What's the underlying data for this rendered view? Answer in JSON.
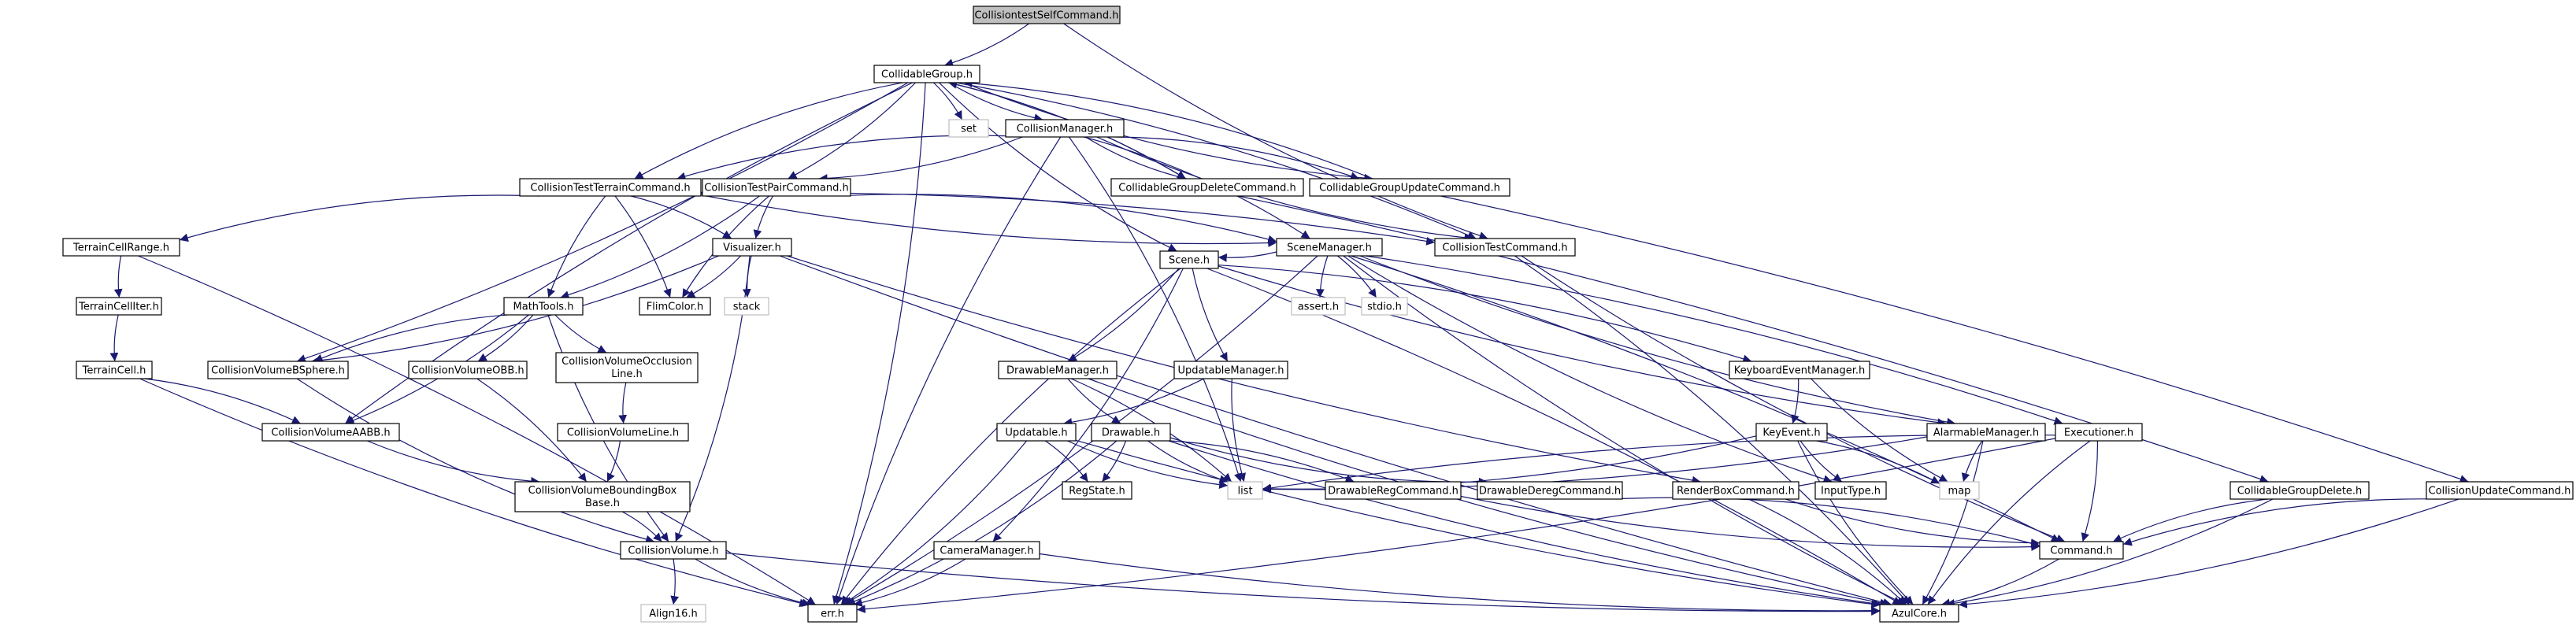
{
  "nodes": [
    {
      "id": "cts",
      "label": "CollisiontestSelfCommand.h",
      "kind": "root"
    },
    {
      "id": "cg",
      "label": "CollidableGroup.h",
      "kind": "normal"
    },
    {
      "id": "set",
      "label": "set",
      "kind": "ext"
    },
    {
      "id": "cm",
      "label": "CollisionManager.h",
      "kind": "normal"
    },
    {
      "id": "cttc",
      "label": "CollisionTestTerrainCommand.h",
      "kind": "normal"
    },
    {
      "id": "ctpc",
      "label": "CollisionTestPairCommand.h",
      "kind": "normal"
    },
    {
      "id": "cgdc",
      "label": "CollidableGroupDeleteCommand.h",
      "kind": "normal"
    },
    {
      "id": "cguc",
      "label": "CollidableGroupUpdateCommand.h",
      "kind": "normal"
    },
    {
      "id": "tcr",
      "label": "TerrainCellRange.h",
      "kind": "normal"
    },
    {
      "id": "vis",
      "label": "Visualizer.h",
      "kind": "normal"
    },
    {
      "id": "sm",
      "label": "SceneManager.h",
      "kind": "normal"
    },
    {
      "id": "ctc",
      "label": "CollisionTestCommand.h",
      "kind": "normal"
    },
    {
      "id": "tci",
      "label": "TerrainCellIter.h",
      "kind": "normal"
    },
    {
      "id": "mt",
      "label": "MathTools.h",
      "kind": "normal"
    },
    {
      "id": "fc",
      "label": "FlimColor.h",
      "kind": "normal"
    },
    {
      "id": "stack",
      "label": "stack",
      "kind": "ext"
    },
    {
      "id": "assert",
      "label": "assert.h",
      "kind": "ext"
    },
    {
      "id": "stdio",
      "label": "stdio.h",
      "kind": "ext"
    },
    {
      "id": "scene",
      "label": "Scene.h",
      "kind": "normal"
    },
    {
      "id": "tc",
      "label": "TerrainCell.h",
      "kind": "normal"
    },
    {
      "id": "cvbs",
      "label": "CollisionVolumeBSphere.h",
      "kind": "normal"
    },
    {
      "id": "cvobb",
      "label": "CollisionVolumeOBB.h",
      "kind": "normal"
    },
    {
      "id": "cvol",
      "label": "CollisionVolumeOcclusion Line.h",
      "label1": "CollisionVolumeOcclusion",
      "label2": "Line.h",
      "kind": "normal"
    },
    {
      "id": "dm",
      "label": "DrawableManager.h",
      "kind": "normal"
    },
    {
      "id": "um",
      "label": "UpdatableManager.h",
      "kind": "normal"
    },
    {
      "id": "kem",
      "label": "KeyboardEventManager.h",
      "kind": "normal"
    },
    {
      "id": "cvl",
      "label": "CollisionVolumeLine.h",
      "kind": "normal"
    },
    {
      "id": "cvaabb",
      "label": "CollisionVolumeAABB.h",
      "kind": "normal"
    },
    {
      "id": "upd",
      "label": "Updatable.h",
      "kind": "normal"
    },
    {
      "id": "drw",
      "label": "Drawable.h",
      "kind": "normal"
    },
    {
      "id": "ke",
      "label": "KeyEvent.h",
      "kind": "normal"
    },
    {
      "id": "am",
      "label": "AlarmableManager.h",
      "kind": "normal"
    },
    {
      "id": "exe",
      "label": "Executioner.h",
      "kind": "normal"
    },
    {
      "id": "cvbbb",
      "label": "CollisionVolumeBoundingBox Base.h",
      "label1": "CollisionVolumeBoundingBox",
      "label2": "Base.h",
      "kind": "normal"
    },
    {
      "id": "rs",
      "label": "RegState.h",
      "kind": "normal"
    },
    {
      "id": "list",
      "label": "list",
      "kind": "ext"
    },
    {
      "id": "drc",
      "label": "DrawableRegCommand.h",
      "kind": "normal"
    },
    {
      "id": "ddc",
      "label": "DrawableDeregCommand.h",
      "kind": "normal"
    },
    {
      "id": "rbc",
      "label": "RenderBoxCommand.h",
      "kind": "normal"
    },
    {
      "id": "it",
      "label": "InputType.h",
      "kind": "normal"
    },
    {
      "id": "map",
      "label": "map",
      "kind": "ext"
    },
    {
      "id": "cgd",
      "label": "CollidableGroupDelete.h",
      "kind": "normal"
    },
    {
      "id": "cuc",
      "label": "CollisionUpdateCommand.h",
      "kind": "normal"
    },
    {
      "id": "cv",
      "label": "CollisionVolume.h",
      "kind": "normal"
    },
    {
      "id": "camm",
      "label": "CameraManager.h",
      "kind": "normal"
    },
    {
      "id": "cmd",
      "label": "Command.h",
      "kind": "normal"
    },
    {
      "id": "err",
      "label": "err.h",
      "kind": "normal"
    },
    {
      "id": "a16",
      "label": "Align16.h",
      "kind": "ext"
    },
    {
      "id": "azul",
      "label": "AzulCore.h",
      "kind": "normal"
    }
  ],
  "edges": [
    [
      "cts",
      "cg"
    ],
    [
      "cts",
      "ctc"
    ],
    [
      "cg",
      "set"
    ],
    [
      "cg",
      "cm"
    ],
    [
      "cg",
      "cgdc"
    ],
    [
      "cg",
      "cguc"
    ],
    [
      "cg",
      "ctc"
    ],
    [
      "cg",
      "scene"
    ],
    [
      "cg",
      "cvbs"
    ],
    [
      "cg",
      "cvaabb"
    ],
    [
      "cg",
      "err"
    ],
    [
      "cg",
      "cttc"
    ],
    [
      "cg",
      "ctpc"
    ],
    [
      "cm",
      "cttc"
    ],
    [
      "cm",
      "ctpc"
    ],
    [
      "cm",
      "cgdc"
    ],
    [
      "cm",
      "cguc"
    ],
    [
      "cm",
      "ctc"
    ],
    [
      "cm",
      "list"
    ],
    [
      "cm",
      "err"
    ],
    [
      "cm",
      "sm"
    ],
    [
      "cttc",
      "tcr"
    ],
    [
      "cttc",
      "vis"
    ],
    [
      "cttc",
      "mt"
    ],
    [
      "cttc",
      "fc"
    ],
    [
      "cttc",
      "sm"
    ],
    [
      "cttc",
      "ctc"
    ],
    [
      "ctpc",
      "vis"
    ],
    [
      "ctpc",
      "mt"
    ],
    [
      "ctpc",
      "fc"
    ],
    [
      "ctpc",
      "sm"
    ],
    [
      "cgdc",
      "cg"
    ],
    [
      "cgdc",
      "cgd"
    ],
    [
      "cguc",
      "cg"
    ],
    [
      "cguc",
      "cuc"
    ],
    [
      "tcr",
      "tci"
    ],
    [
      "tcr",
      "err"
    ],
    [
      "tci",
      "tc"
    ],
    [
      "tc",
      "cvaabb"
    ],
    [
      "tc",
      "err"
    ],
    [
      "vis",
      "fc"
    ],
    [
      "vis",
      "stack"
    ],
    [
      "vis",
      "cvbs"
    ],
    [
      "vis",
      "rbc"
    ],
    [
      "vis",
      "cv"
    ],
    [
      "vis",
      "azul"
    ],
    [
      "sm",
      "scene"
    ],
    [
      "sm",
      "assert"
    ],
    [
      "sm",
      "stdio"
    ],
    [
      "sm",
      "am"
    ],
    [
      "sm",
      "exe"
    ],
    [
      "sm",
      "it"
    ],
    [
      "sm",
      "err"
    ],
    [
      "sm",
      "azul"
    ],
    [
      "sm",
      "cmd"
    ],
    [
      "mt",
      "cvbs"
    ],
    [
      "mt",
      "cvobb"
    ],
    [
      "mt",
      "cvol"
    ],
    [
      "mt",
      "cvaabb"
    ],
    [
      "mt",
      "cv"
    ],
    [
      "scene",
      "dm"
    ],
    [
      "scene",
      "um"
    ],
    [
      "scene",
      "kem"
    ],
    [
      "scene",
      "am"
    ],
    [
      "scene",
      "camm"
    ],
    [
      "scene",
      "err"
    ],
    [
      "scene",
      "azul"
    ],
    [
      "cvbs",
      "cv"
    ],
    [
      "cvobb",
      "cvbbb"
    ],
    [
      "cvol",
      "cvl"
    ],
    [
      "cvl",
      "cvbbb"
    ],
    [
      "cvaabb",
      "cvbbb"
    ],
    [
      "cvbbb",
      "cv"
    ],
    [
      "dm",
      "drw"
    ],
    [
      "dm",
      "list"
    ],
    [
      "dm",
      "azul"
    ],
    [
      "um",
      "upd"
    ],
    [
      "um",
      "list"
    ],
    [
      "kem",
      "ke"
    ],
    [
      "kem",
      "map"
    ],
    [
      "upd",
      "rs"
    ],
    [
      "upd",
      "list"
    ],
    [
      "upd",
      "err"
    ],
    [
      "upd",
      "azul"
    ],
    [
      "drw",
      "rs"
    ],
    [
      "drw",
      "list"
    ],
    [
      "drw",
      "drc"
    ],
    [
      "drw",
      "ddc"
    ],
    [
      "drw",
      "err"
    ],
    [
      "drw",
      "azul"
    ],
    [
      "ke",
      "list"
    ],
    [
      "ke",
      "it"
    ],
    [
      "ke",
      "map"
    ],
    [
      "ke",
      "azul"
    ],
    [
      "am",
      "list"
    ],
    [
      "am",
      "map"
    ],
    [
      "am",
      "azul"
    ],
    [
      "exe",
      "list"
    ],
    [
      "exe",
      "cmd"
    ],
    [
      "exe",
      "azul"
    ],
    [
      "exe",
      "err"
    ],
    [
      "drc",
      "cmd"
    ],
    [
      "ddc",
      "cmd"
    ],
    [
      "rbc",
      "cmd"
    ],
    [
      "rbc",
      "azul"
    ],
    [
      "cgd",
      "cmd"
    ],
    [
      "cgd",
      "azul"
    ],
    [
      "cuc",
      "cmd"
    ],
    [
      "cuc",
      "azul"
    ],
    [
      "cv",
      "err"
    ],
    [
      "cv",
      "a16"
    ],
    [
      "cv",
      "azul"
    ],
    [
      "camm",
      "err"
    ],
    [
      "camm",
      "azul"
    ],
    [
      "cmd",
      "azul"
    ],
    [
      "ctc",
      "cmd"
    ],
    [
      "ctc",
      "azul"
    ]
  ]
}
